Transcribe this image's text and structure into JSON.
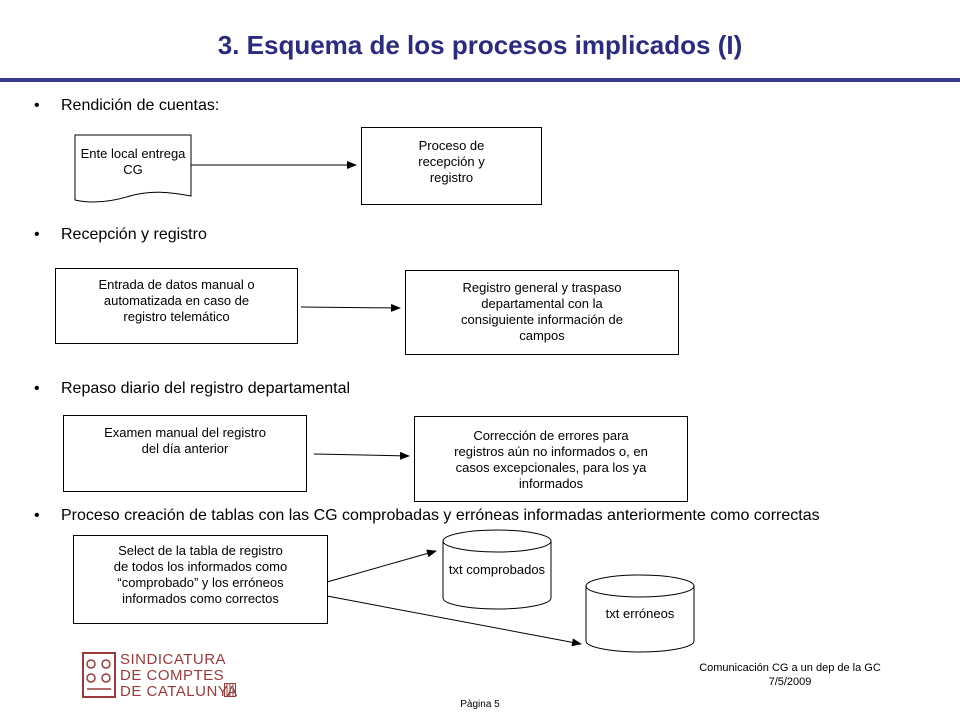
{
  "slide": {
    "title": "3. Esquema de los procesos implicados (I)"
  },
  "bullets": [
    {
      "marker": "•",
      "text": "Rendición de cuentas:"
    },
    {
      "marker": "•",
      "text": "Recepción y registro"
    },
    {
      "marker": "•",
      "text": "Repaso diario del registro departamental"
    },
    {
      "marker": "•",
      "text": "Proceso creación de tablas con las CG comprobadas y erróneas informadas anteriormente como correctas"
    }
  ],
  "diagram": {
    "ente_local": [
      "Ente local",
      "entrega CG"
    ],
    "proceso_recepcion": [
      "Proceso de",
      "recepción y",
      "registro"
    ],
    "entrada_datos": [
      "Entrada de datos manual o",
      "automatizada en caso de",
      "registro telemático"
    ],
    "registro_general": [
      "Registro general y traspaso",
      "departamental con la",
      "consiguiente información de",
      "campos"
    ],
    "examen_manual": [
      "Examen manual del registro",
      "del día anterior"
    ],
    "correccion_errores": [
      "Corrección de errores para",
      "registros aún no informados o, en",
      "casos excepcionales, para los ya",
      "informados"
    ],
    "select_tabla": [
      "Select de la tabla de registro",
      "de todos los informados como",
      "“comprobado” y los erróneos",
      "informados como correctos"
    ],
    "txt_comprobados": [
      "txt",
      "comprobados"
    ],
    "txt_erroneos": [
      "txt erróneos"
    ]
  },
  "footer": {
    "logo_lines": [
      "SINDICATURA",
      "DE COMPTES",
      "DE CATALUNYA"
    ],
    "doc_title": "Comunicación CG a un dep de la GC",
    "date": "7/5/2009",
    "page": "Pàgina 5"
  },
  "colors": {
    "title": "#2b2b7f",
    "rule": "#3b3d8c",
    "logo": "#9a3b3b"
  }
}
